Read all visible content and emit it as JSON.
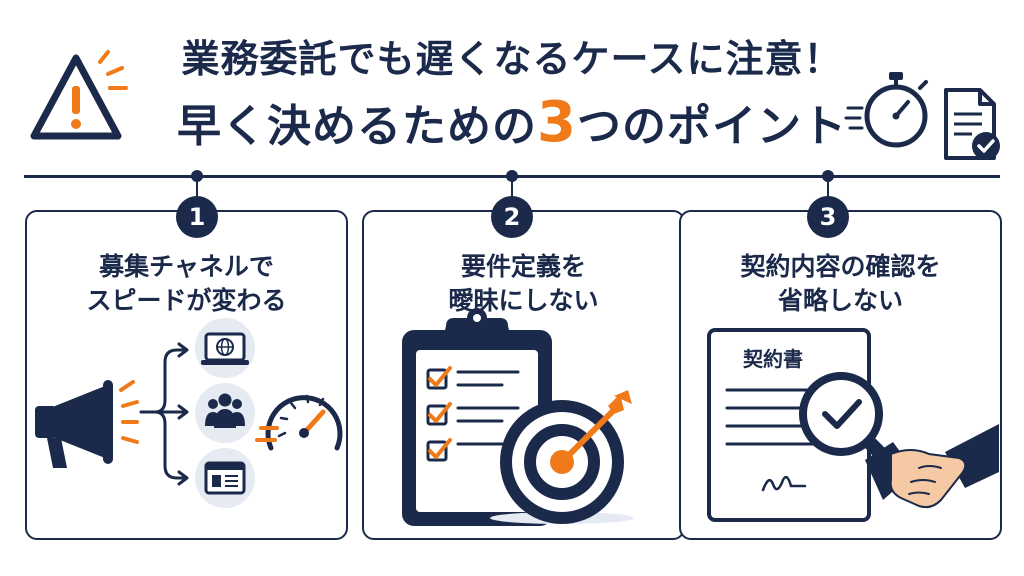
{
  "header": {
    "title_line1": "業務委託でも遅くなるケースに注意！",
    "title_line2_pre": "早く決めるための",
    "title_line2_num": "3",
    "title_line2_post": "つのポイント"
  },
  "points": [
    {
      "number": "1",
      "title_line1": "募集チャネルで",
      "title_line2": "スピードが変わる"
    },
    {
      "number": "2",
      "title_line1": "要件定義を",
      "title_line2": "曖昧にしない"
    },
    {
      "number": "3",
      "title_line1": "契約内容の確認を",
      "title_line2": "省略しない",
      "document_label": "契約書"
    }
  ],
  "colors": {
    "navy": "#1b2a4a",
    "orange": "#f07a1a",
    "light_circle": "#e6eaf2",
    "skin": "#f5c9a3"
  }
}
